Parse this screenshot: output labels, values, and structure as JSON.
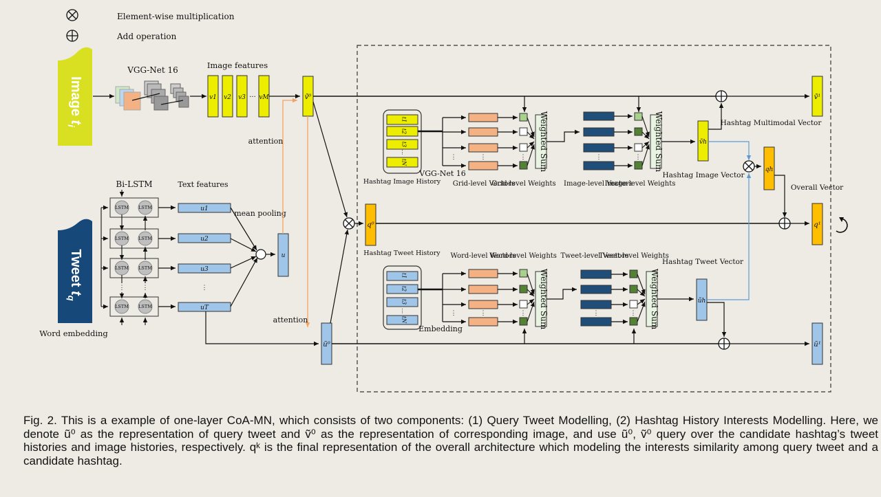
{
  "legend": {
    "mult_symbol": "⊗",
    "mult_label": "Element-wise multiplication",
    "add_symbol": "⊕",
    "add_label": "Add operation"
  },
  "inputs": {
    "image_label": "Image",
    "image_sub": "t_i",
    "tweet_label": "Tweet",
    "tweet_sub": "t_q",
    "word_embedding": "Word embedding"
  },
  "image_branch": {
    "vgg_label": "VGG-Net 16",
    "features_label": "Image features",
    "features": [
      "v1",
      "v2",
      "v3",
      "···",
      "vM"
    ],
    "attention_label": "attention",
    "v0_label": "ṽ⁰"
  },
  "text_branch": {
    "bilstm_label": "Bi-LSTM",
    "lstm_cell": "LSTM",
    "text_features_label": "Text features",
    "text_features": [
      "u1",
      "u2",
      "u3",
      "uT"
    ],
    "mean_pooling_label": "mean pooling",
    "u_label": "u",
    "attention_label": "attention",
    "u0_label": "ũ⁰"
  },
  "query": {
    "q0_label": "q⁰"
  },
  "image_history": {
    "title": "Hashtag Image History",
    "items": [
      "t1",
      "t2",
      "t3",
      "tN"
    ],
    "vgg_label": "VGG-Net 16",
    "grid_vectors": "Grid-level Vectors",
    "grid_weights": "Grid-level Weights",
    "weighted_sum": "Weighted Sum",
    "image_vectors": "Image-level Vectors",
    "image_weights": "Image-level Weights",
    "weighted_sum2": "Weighted Sum",
    "vh_label": "ṽh",
    "vector_label": "Hashtag Image Vector"
  },
  "tweet_history": {
    "title": "Hashtag Tweet History",
    "items": [
      "t1",
      "t2",
      "t3",
      "tN"
    ],
    "embedding_label": "Embedding",
    "word_vectors": "Word-level Vectors",
    "word_weights": "Word-level Weights",
    "weighted_sum": "Weighted Sum",
    "tweet_vectors": "Tweet-level Vectors",
    "tweet_weights": "Tweet-level Weights",
    "weighted_sum2": "Weighted Sum",
    "uh_label": "ũh",
    "vector_label": "Hashtag Tweet Vector"
  },
  "outputs": {
    "multimodal_label": "Hashtag Multimodal Vector",
    "qh_label": "qh",
    "overall_label": "Overall Vector",
    "v1_label": "ṽ¹",
    "q1_label": "q¹",
    "u1_label": "ũ¹"
  },
  "caption": "Fig. 2. This is a example of one-layer CoA-MN, which consists of two components: (1) Query Tweet Modelling, (2) Hashtag History Interests Modelling. Here, we denote ũ⁰ as the representation of query tweet and ṽ⁰ as the representation of corresponding image, and use ũ⁰, ṽ⁰ query over the candidate hashtag’s tweet histories and image histories, respectively. qᵏ is the final representation of the overall architecture which modeling the interests similarity among query tweet and a candidate hashtag.",
  "colors": {
    "yellow": "#eded00",
    "yellow_green": "#d9e021",
    "navy": "#17487a",
    "blue_cell": "#9fc5e8",
    "orange_bar": "#ffbe00",
    "salmon": "#f4b183",
    "dark_teal": "#1f4e79",
    "green_light": "#a9d18e",
    "green_dark": "#548235",
    "attention_line": "#f4a460",
    "link_blue": "#5b9bd5"
  }
}
